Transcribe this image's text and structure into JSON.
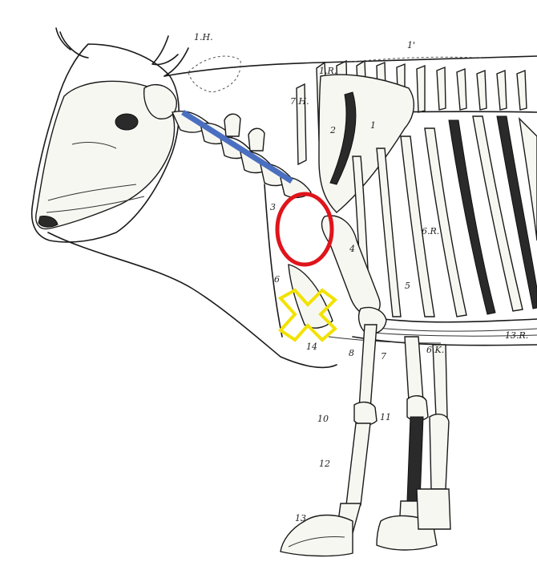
{
  "labels": {
    "ih": "1.H.",
    "seven_h": "7.H.",
    "one_r": "1.R.",
    "one_prime": "1'",
    "n1": "1",
    "n2": "2",
    "n3": "3",
    "n4": "4",
    "n5": "5",
    "n6": "6",
    "n7": "7",
    "n8": "8",
    "six_r": "6.R.",
    "thirteen_r": "13.R.",
    "six_k": "6.K.",
    "n10": "10",
    "n11": "11",
    "n12": "12",
    "n13": "13",
    "n14": "14"
  },
  "annotations": {
    "line_color": "#4a6fc1",
    "ellipse_color": "#e0141b",
    "cross_color": "#f2e200"
  }
}
